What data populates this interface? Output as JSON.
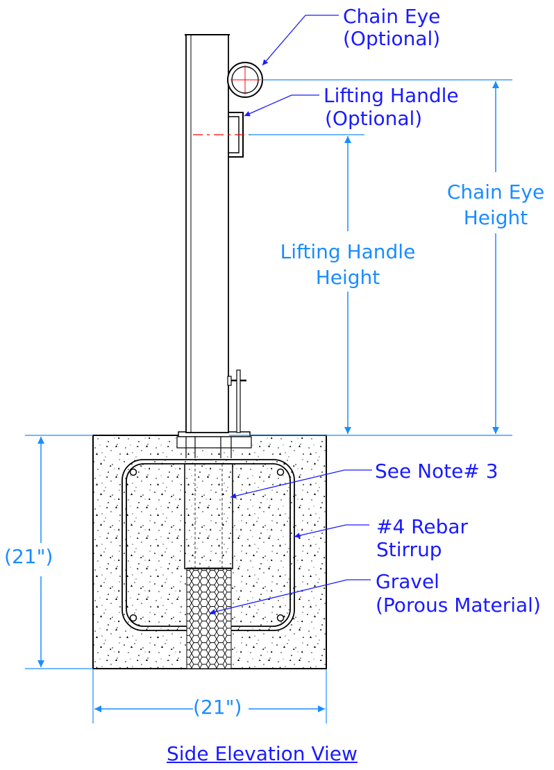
{
  "labels": {
    "chain_eye_1": "Chain Eye",
    "chain_eye_2": "(Optional)",
    "lifting_handle_1": "Lifting Handle",
    "lifting_handle_2": "(Optional)",
    "chain_eye_height_1": "Chain Eye",
    "chain_eye_height_2": "Height",
    "lifting_handle_height_1": "Lifting Handle",
    "lifting_handle_height_2": "Height",
    "see_note": "See Note# 3",
    "rebar_1": "#4 Rebar",
    "rebar_2": "Stirrup",
    "gravel_1": "Gravel",
    "gravel_2": "(Porous Material)",
    "dim_height": "21\"",
    "dim_width": "21\"",
    "view_title": "Side Elevation View"
  },
  "colors": {
    "callout": "#1a1aff",
    "dimension": "#1a8cff",
    "center_line": "#ff0000",
    "object": "#000000"
  }
}
